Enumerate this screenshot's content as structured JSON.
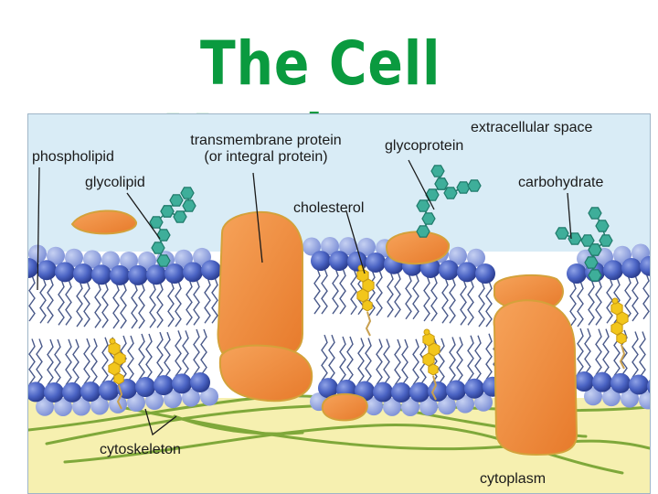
{
  "title": "The Cell Membrane",
  "labels": {
    "extracellular_space": "extracellular space",
    "phospholipid": "phospholipid",
    "transmembrane_protein_line1": "transmembrane protein",
    "transmembrane_protein_line2": "(or integral protein)",
    "glycoprotein": "glycoprotein",
    "glycolipid": "glycolipid",
    "carbohydrate": "carbohydrate",
    "cholesterol": "cholesterol",
    "cytoskeleton": "cytoskeleton",
    "cytoplasm": "cytoplasm"
  },
  "colors": {
    "title": "#0a9a3f",
    "extracellular": "#d9ecf6",
    "cytoplasm": "#f6f0b0",
    "phospholipid_head": "#3e58b8",
    "protein": "#f08c3c",
    "carbohydrate": "#3eae9a",
    "cholesterol": "#f2c61c",
    "cytoskeleton": "#7fa83a"
  }
}
